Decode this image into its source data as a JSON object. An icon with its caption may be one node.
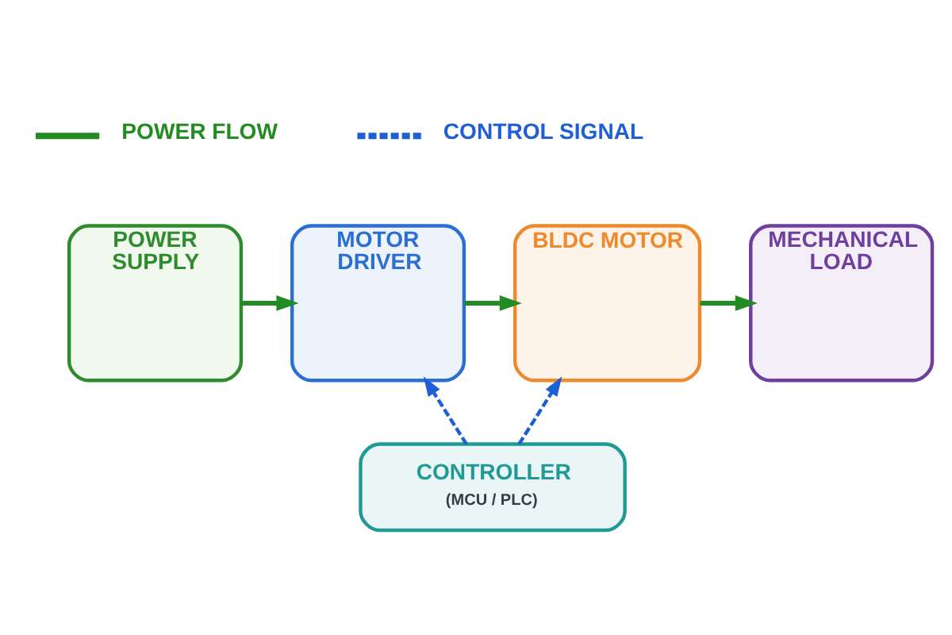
{
  "diagram": {
    "nodes": [
      {
        "text": [
          "POWER SUPPLY"
        ]
      },
      {
        "text": [
          "MOTOR DRIVER"
        ]
      },
      {
        "text": [
          "BLDC MOTOR"
        ]
      },
      {
        "text": [
          "MECHANICAL LOAD"
        ]
      },
      {
        "text": [
          "CONTROLLER",
          "(MCU / PLC)"
        ]
      }
    ],
    "edges": [
      {
        "from": 0,
        "to": 1,
        "arrow": "to"
      },
      {
        "from": 1,
        "to": 2,
        "arrow": "to"
      },
      {
        "from": 2,
        "to": 3,
        "arrow": "to"
      },
      {
        "from": 4,
        "to": 1,
        "arrow": "to",
        "style": "dashed",
        "color": "#1f5fd6"
      },
      {
        "from": 4,
        "to": 2,
        "arrow": "to",
        "style": "dashed",
        "color": "#1f5fd6"
      }
    ],
    "legend": [
      {
        "text": "POWER FLOW"
      },
      {
        "text": "CONTROL SIGNAL"
      }
    ]
  }
}
